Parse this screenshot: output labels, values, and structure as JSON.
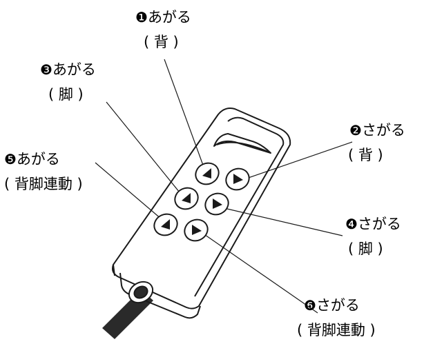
{
  "colors": {
    "ink": "#1a1a1a",
    "paper": "#ffffff",
    "cable": "#2a2a2a"
  },
  "labels": [
    {
      "id": "btn1",
      "marker": "❶",
      "action": "あがる",
      "target": "( 背 )"
    },
    {
      "id": "btn2",
      "marker": "❷",
      "action": "さがる",
      "target": "( 背 )"
    },
    {
      "id": "btn3",
      "marker": "❸",
      "action": "あがる",
      "target": "( 脚 )"
    },
    {
      "id": "btn4",
      "marker": "❹",
      "action": "さがる",
      "target": "( 脚 )"
    },
    {
      "id": "btn5",
      "marker": "❺",
      "action": "あがる",
      "target": "( 背脚連動 )"
    },
    {
      "id": "btn6",
      "marker": "❻",
      "action": "さがる",
      "target": "( 背脚連動 )"
    }
  ],
  "buttons": [
    {
      "id": "btn1",
      "direction": "up"
    },
    {
      "id": "btn2",
      "direction": "down"
    },
    {
      "id": "btn3",
      "direction": "up"
    },
    {
      "id": "btn4",
      "direction": "down"
    },
    {
      "id": "btn5",
      "direction": "up"
    },
    {
      "id": "btn6",
      "direction": "down"
    }
  ]
}
